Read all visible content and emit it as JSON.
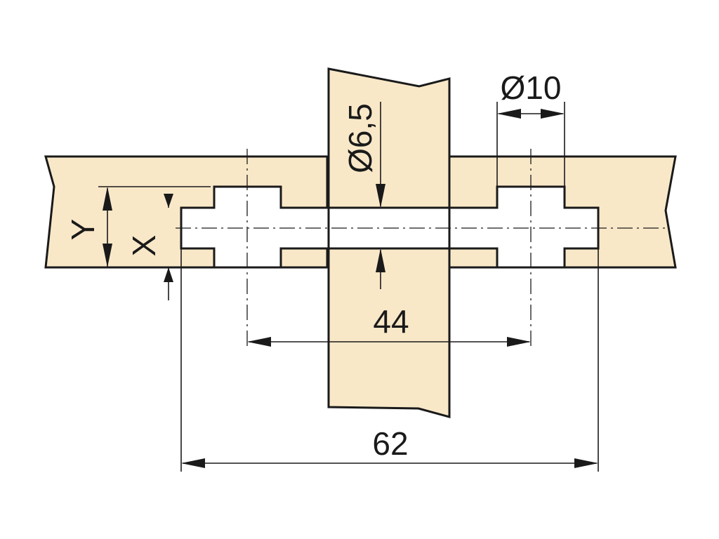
{
  "colors": {
    "wood": "#f9e8c8",
    "line": "#1a1a1a",
    "background": "#ffffff"
  },
  "dimensions": {
    "y_label": "Y",
    "x_label": "X",
    "bore_diameter": "Ø6,5",
    "pin_diameter": "Ø10",
    "hole_spacing": "44",
    "overall_length": "62"
  }
}
